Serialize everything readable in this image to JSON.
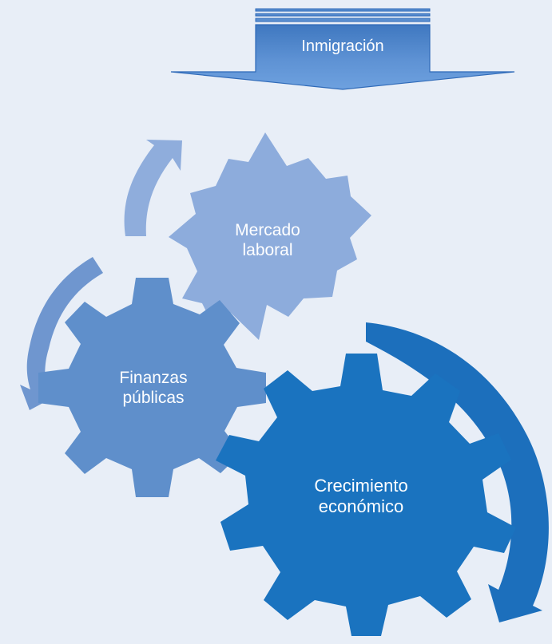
{
  "diagram": {
    "top_arrow": {
      "label": "Inmigración"
    },
    "nodes": [
      {
        "id": "labor",
        "lines": [
          "Mercado",
          "laboral"
        ]
      },
      {
        "id": "finance",
        "lines": [
          "Finanzas",
          "públicas"
        ]
      },
      {
        "id": "growth",
        "lines": [
          "Crecimiento",
          "económico"
        ]
      }
    ]
  },
  "colors": {
    "background": "#e8eef7",
    "top_arrow_fill": "#5b8fd0",
    "top_arrow_stroke": "#2f6ab8",
    "labor_gear": "#8dacdc",
    "finance_gear": "#5f8fcb",
    "growth_gear": "#1a73bf",
    "labor_arrow": "#89a9da",
    "finance_arrow": "#6f96cf",
    "growth_arrow": "#1c6fbc",
    "text": "#ffffff"
  }
}
